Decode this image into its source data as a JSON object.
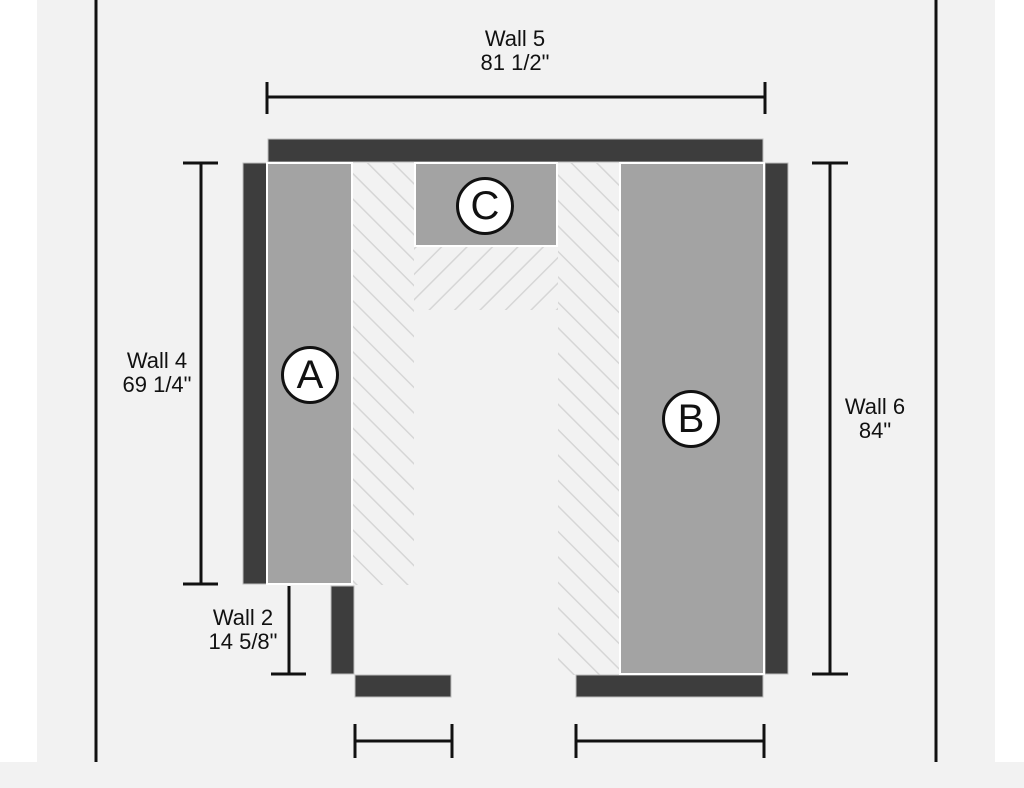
{
  "walls": {
    "wall5": {
      "name": "Wall 5",
      "length": "81 1/2\""
    },
    "wall4": {
      "name": "Wall 4",
      "length": "69 1/4\""
    },
    "wall6": {
      "name": "Wall 6",
      "length": "84\""
    },
    "wall2": {
      "name": "Wall 2",
      "length": "14 5/8\""
    }
  },
  "sections": {
    "a": {
      "label": "A"
    },
    "b": {
      "label": "B"
    },
    "c": {
      "label": "C"
    }
  },
  "colors": {
    "wall": "#3d3d3d",
    "shelf": "#a3a3a3",
    "floor": "#f2f2f2",
    "hatch": "#d8d8d8",
    "line": "#111111"
  }
}
